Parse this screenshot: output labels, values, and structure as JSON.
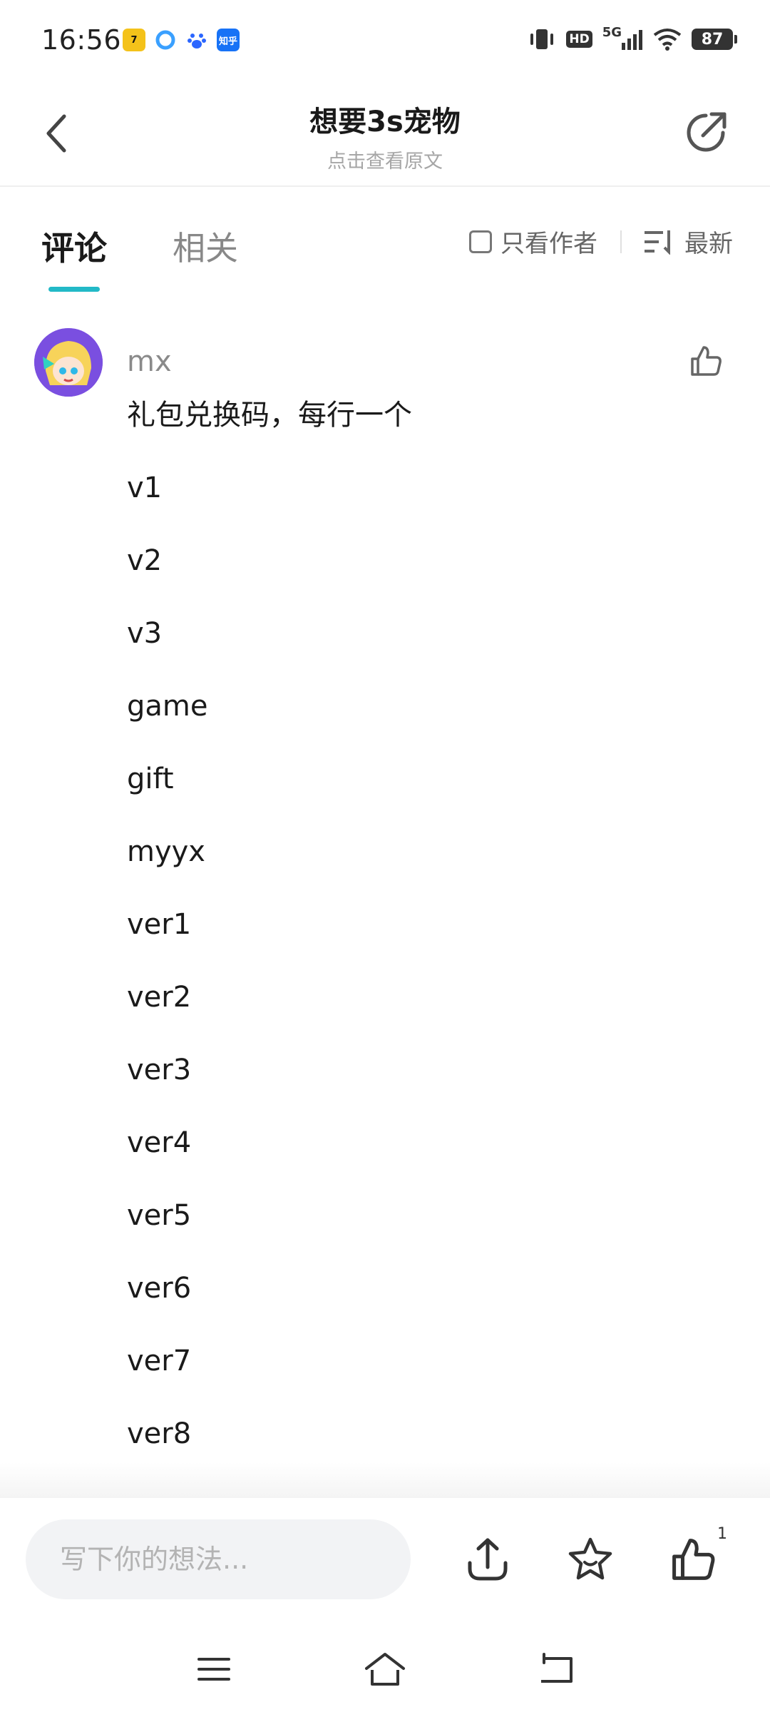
{
  "status_bar": {
    "time": "16:56",
    "apps": [
      {
        "name": "qq-browser-icon",
        "label": "7",
        "color": "#f4c21a"
      },
      {
        "name": "browser-icon",
        "label": "",
        "color": "#3aa0ff"
      },
      {
        "name": "baidu-icon",
        "label": "",
        "color": "#2b66ff"
      },
      {
        "name": "zhihu-icon",
        "label": "知乎",
        "color": "#1772f6"
      }
    ],
    "hd": "HD",
    "network": "5G",
    "battery": "87"
  },
  "header": {
    "title": "想要3s宠物",
    "subtitle": "点击查看原文"
  },
  "tabs": {
    "active": "评论",
    "inactive": "相关",
    "only_author": "只看作者",
    "sort": "最新"
  },
  "comment": {
    "username": "mx",
    "lines": [
      "礼包兑换码，每行一个",
      "v1",
      "v2",
      "v3",
      "game",
      "gift",
      "myyx",
      "ver1",
      "ver2",
      "ver3",
      "ver4",
      "ver5",
      "ver6",
      "ver7",
      "ver8"
    ]
  },
  "action_bar": {
    "placeholder": "写下你的想法...",
    "like_count": "1"
  },
  "colors": {
    "accent": "#22b9c7",
    "avatar_bg": "#7a4fe0"
  }
}
